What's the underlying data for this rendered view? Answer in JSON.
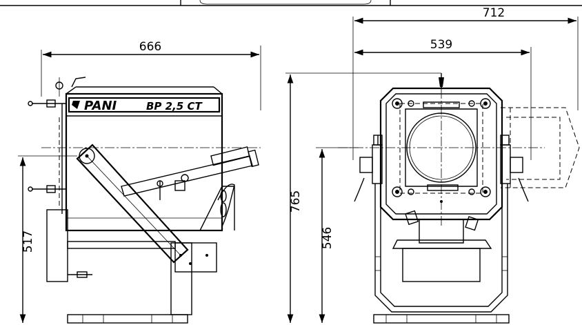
{
  "dimensions": {
    "overall_depth": "666",
    "overall_width": "712",
    "frame_width": "539",
    "overall_height": "765",
    "pivot_height_side": "517",
    "pivot_height_front": "546"
  },
  "machine_label": {
    "brand": "PANI",
    "model": "BP 2,5 CT"
  }
}
